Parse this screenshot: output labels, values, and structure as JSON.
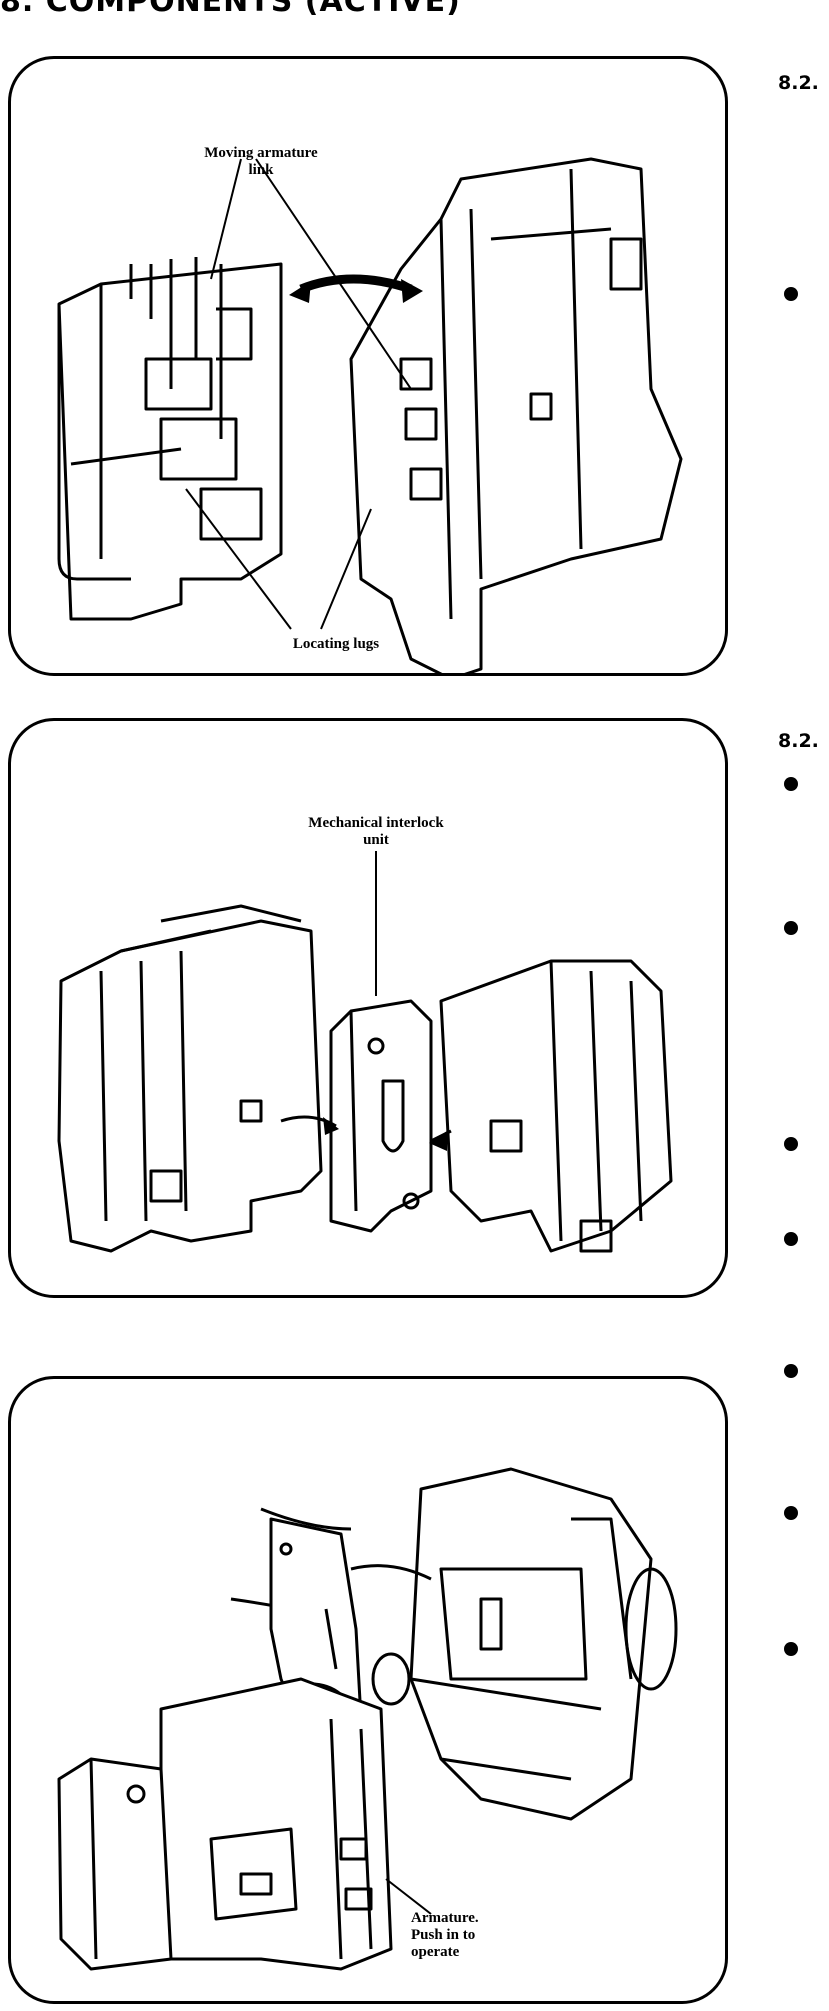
{
  "page_heading": "8. COMPONENTS (ACTIVE)",
  "figures": [
    {
      "labels": {
        "top_line1": "Moving  armature",
        "top_line2": "link",
        "bottom": "Locating  lugs"
      }
    },
    {
      "labels": {
        "top_line1": "Mechanical  interlock",
        "top_line2": "unit"
      }
    },
    {
      "labels": {
        "line1": "Armature.",
        "line2": "Push in to",
        "line3": "operate"
      }
    }
  ],
  "margin": {
    "section_1": "8.2.",
    "section_2": "8.2."
  }
}
